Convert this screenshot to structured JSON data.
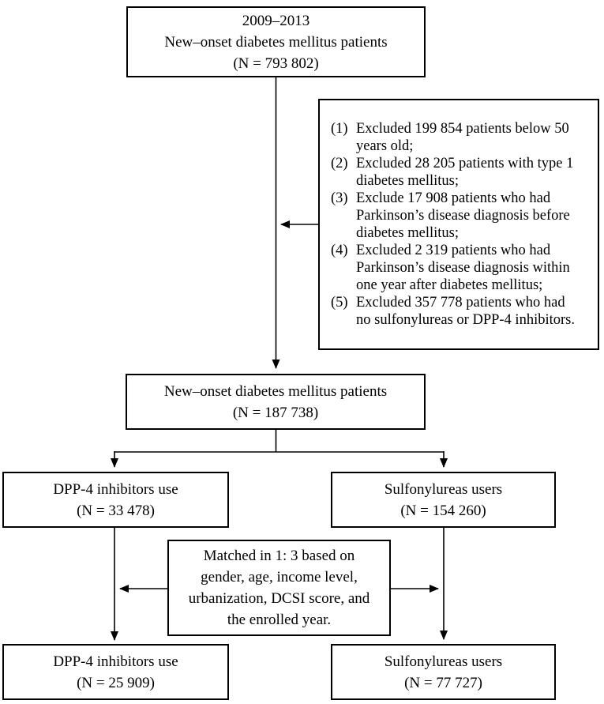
{
  "flow": {
    "colors": {
      "line": "#000000",
      "text": "#000000",
      "background": "#ffffff"
    },
    "initial_cohort": {
      "lines": [
        "2009–2013",
        "New–onset diabetes mellitus patients",
        "(N = 793 802)"
      ]
    },
    "exclusions": {
      "items": [
        {
          "num": "(1)",
          "lines": [
            "Excluded 199 854 patients below 50",
            "years old;"
          ]
        },
        {
          "num": "(2)",
          "lines": [
            "Excluded 28 205 patients with type 1",
            "diabetes mellitus;"
          ]
        },
        {
          "num": "(3)",
          "lines": [
            "Exclude 17 908 patients who had",
            "Parkinson’s disease diagnosis before",
            "diabetes mellitus;"
          ]
        },
        {
          "num": "(4)",
          "lines": [
            "Excluded 2 319 patients who had",
            "Parkinson’s disease diagnosis within",
            "one year after diabetes mellitus;"
          ]
        },
        {
          "num": "(5)",
          "lines": [
            "Excluded 357 778 patients who had",
            "no sulfonylureas or DPP-4 inhibitors."
          ]
        }
      ]
    },
    "filtered_cohort": {
      "lines": [
        "New–onset diabetes mellitus patients",
        "(N = 187 738)"
      ]
    },
    "dpp4_users": {
      "lines": [
        "DPP-4 inhibitors use",
        "(N = 33 478)"
      ]
    },
    "sulfonylurea_users": {
      "lines": [
        "Sulfonylureas users",
        "(N = 154 260)"
      ]
    },
    "matching": {
      "lines": [
        "Matched in 1: 3 based on",
        "gender, age, income level,",
        "urbanization, DCSI score, and",
        "the enrolled year."
      ]
    },
    "dpp4_matched": {
      "lines": [
        "DPP-4 inhibitors use",
        "(N = 25 909)"
      ]
    },
    "sulfonylurea_matched": {
      "lines": [
        "Sulfonylureas users",
        "(N = 77 727)"
      ]
    }
  }
}
